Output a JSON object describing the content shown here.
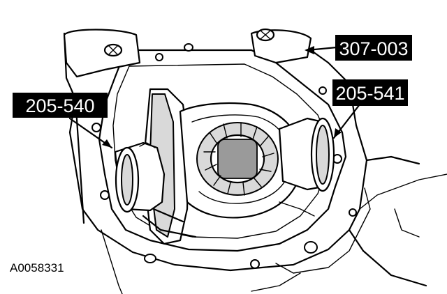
{
  "figure_id": "A0058331",
  "callouts": [
    {
      "label": "307-003"
    },
    {
      "label": "205-540"
    },
    {
      "label": "205-541"
    }
  ],
  "colors": {
    "ink": "#000000",
    "paper": "#ffffff",
    "label_text": "#ffffff",
    "shade": "#d9d9d9"
  }
}
